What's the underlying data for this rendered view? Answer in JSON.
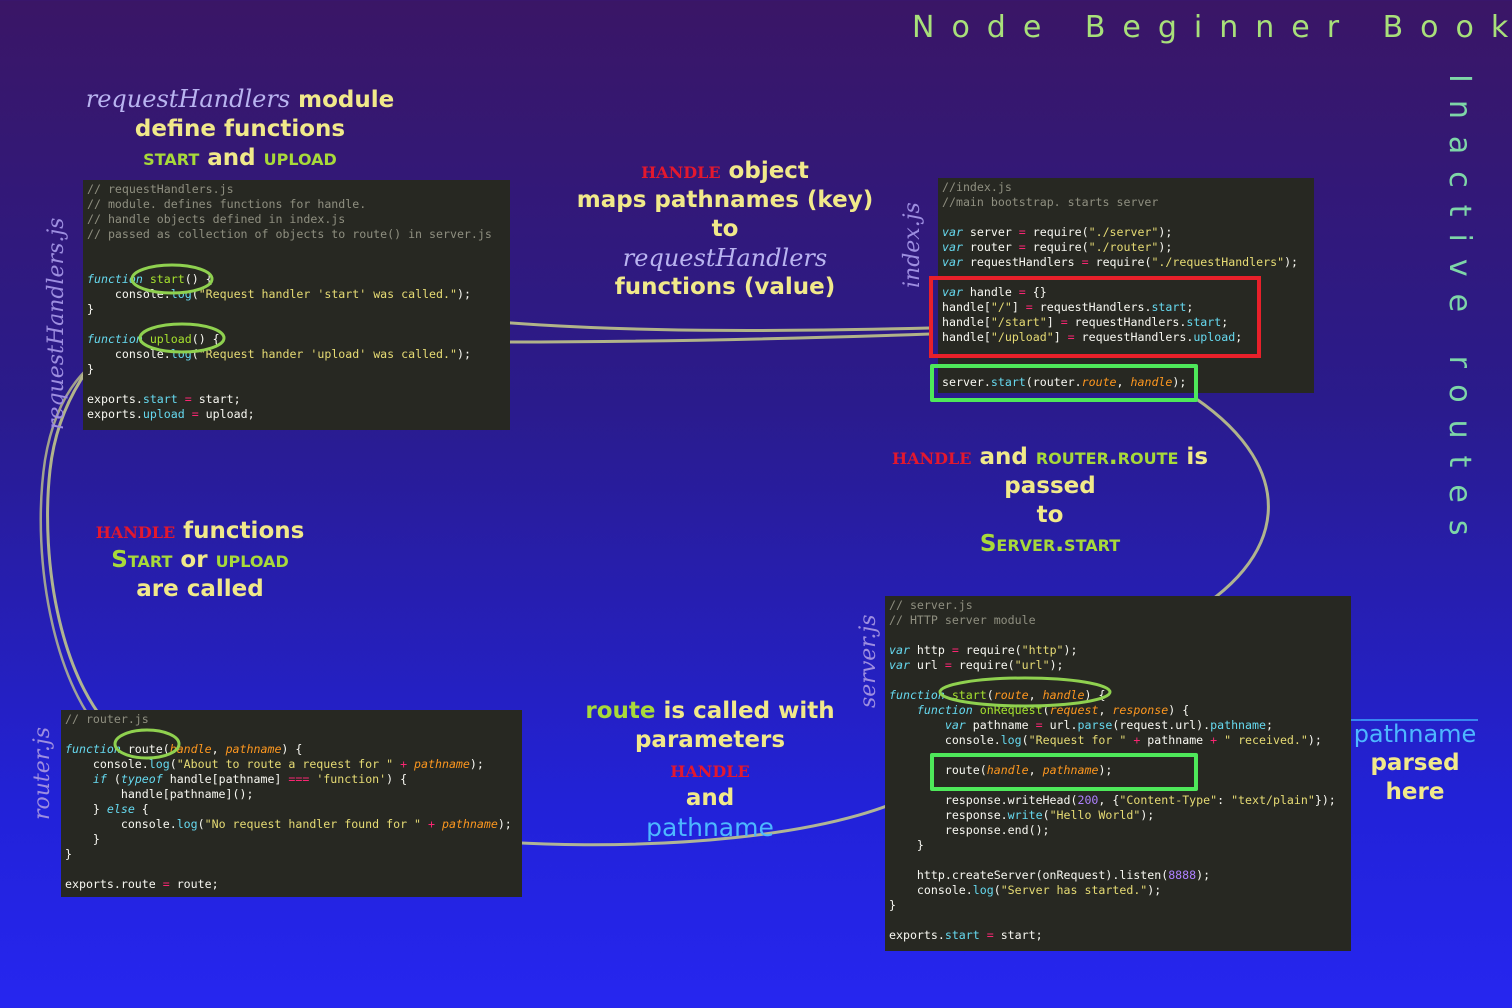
{
  "title": "Node Beginner Book",
  "side_title": "Inactive routes",
  "file_labels": {
    "request_handlers": "requestHandlers.js",
    "index": "index.js",
    "server": "server.js",
    "router": "router.js"
  },
  "notes": {
    "top_left": {
      "l1a": "requestHandlers",
      "l1b": " module",
      "l2": "define functions",
      "l3a": "start",
      "l3b": " and ",
      "l3c": "upload"
    },
    "top_center": {
      "l1a": "handle",
      "l1b": " object",
      "l2": "maps pathnames (key)",
      "l3": "to",
      "l4": "requestHandlers",
      "l5": "functions (value)"
    },
    "middle_right": {
      "l1a": "handle",
      "l1b": " and ",
      "l1c": "router.route",
      "l1d": " is",
      "l2": "passed",
      "l3": "to",
      "l4": "Server.start"
    },
    "middle_left": {
      "l1a": "handle",
      "l1b": " functions",
      "l2a": "Start",
      "l2b": " or ",
      "l2c": "upload",
      "l3": "are called"
    },
    "bottom_center": {
      "l1a": "route",
      "l1b": " is called with",
      "l2": "parameters",
      "l3": "handle",
      "l4": "and",
      "l5": "pathname"
    },
    "pathname_parsed": {
      "l1": "pathname",
      "l2": "parsed",
      "l3": "here"
    }
  },
  "code": {
    "request_handlers": [
      "// requestHandlers.js",
      "// module. defines functions for handle.",
      "// handle objects defined in index.js",
      "// passed as collection of objects to route() in server.js",
      "",
      "",
      "function start() {",
      "    console.log(\"Request handler 'start' was called.\");",
      "}",
      "",
      "function upload() {",
      "    console.log(\"Request hander 'upload' was called.\");",
      "}",
      "",
      "exports.start = start;",
      "exports.upload = upload;"
    ],
    "index": [
      "//index.js",
      "//main bootstrap. starts server",
      "",
      "var server = require(\"./server\");",
      "var router = require(\"./router\");",
      "var requestHandlers = require(\"./requestHandlers\");",
      "",
      "var handle = {}",
      "handle[\"/\"] = requestHandlers.start;",
      "handle[\"/start\"] = requestHandlers.start;",
      "handle[\"/upload\"] = requestHandlers.upload;",
      "",
      "",
      "server.start(router.route, handle);"
    ],
    "server": [
      "// server.js",
      "// HTTP server module",
      "",
      "var http = require(\"http\");",
      "var url = require(\"url\");",
      "",
      "function start(route, handle) {",
      "    function onRequest(request, response) {",
      "        var pathname = url.parse(request.url).pathname;",
      "        console.log(\"Request for \" + pathname + \" received.\");",
      "",
      "        route(handle, pathname);",
      "",
      "        response.writeHead(200, {\"Content-Type\": \"text/plain\"});",
      "        response.write(\"Hello World\");",
      "        response.end();",
      "    }",
      "",
      "    http.createServer(onRequest).listen(8888);",
      "    console.log(\"Server has started.\");",
      "}",
      "",
      "exports.start = start;"
    ],
    "router": [
      "// router.js",
      "",
      "function route(handle, pathname) {",
      "    console.log(\"About to route a request for \" + pathname);",
      "    if (typeof handle[pathname] === 'function') {",
      "        handle[pathname]();",
      "    } else {",
      "        console.log(\"No request handler found for \" + pathname);",
      "    }",
      "}",
      "",
      "exports.route = route;"
    ]
  },
  "colors": {
    "highlight_red": "#e8202a",
    "highlight_green": "#4ee85a",
    "ellipse_green": "#8fd14f",
    "connector": "#c9cf8a",
    "arrow_cyan": "#3ea7ff"
  }
}
